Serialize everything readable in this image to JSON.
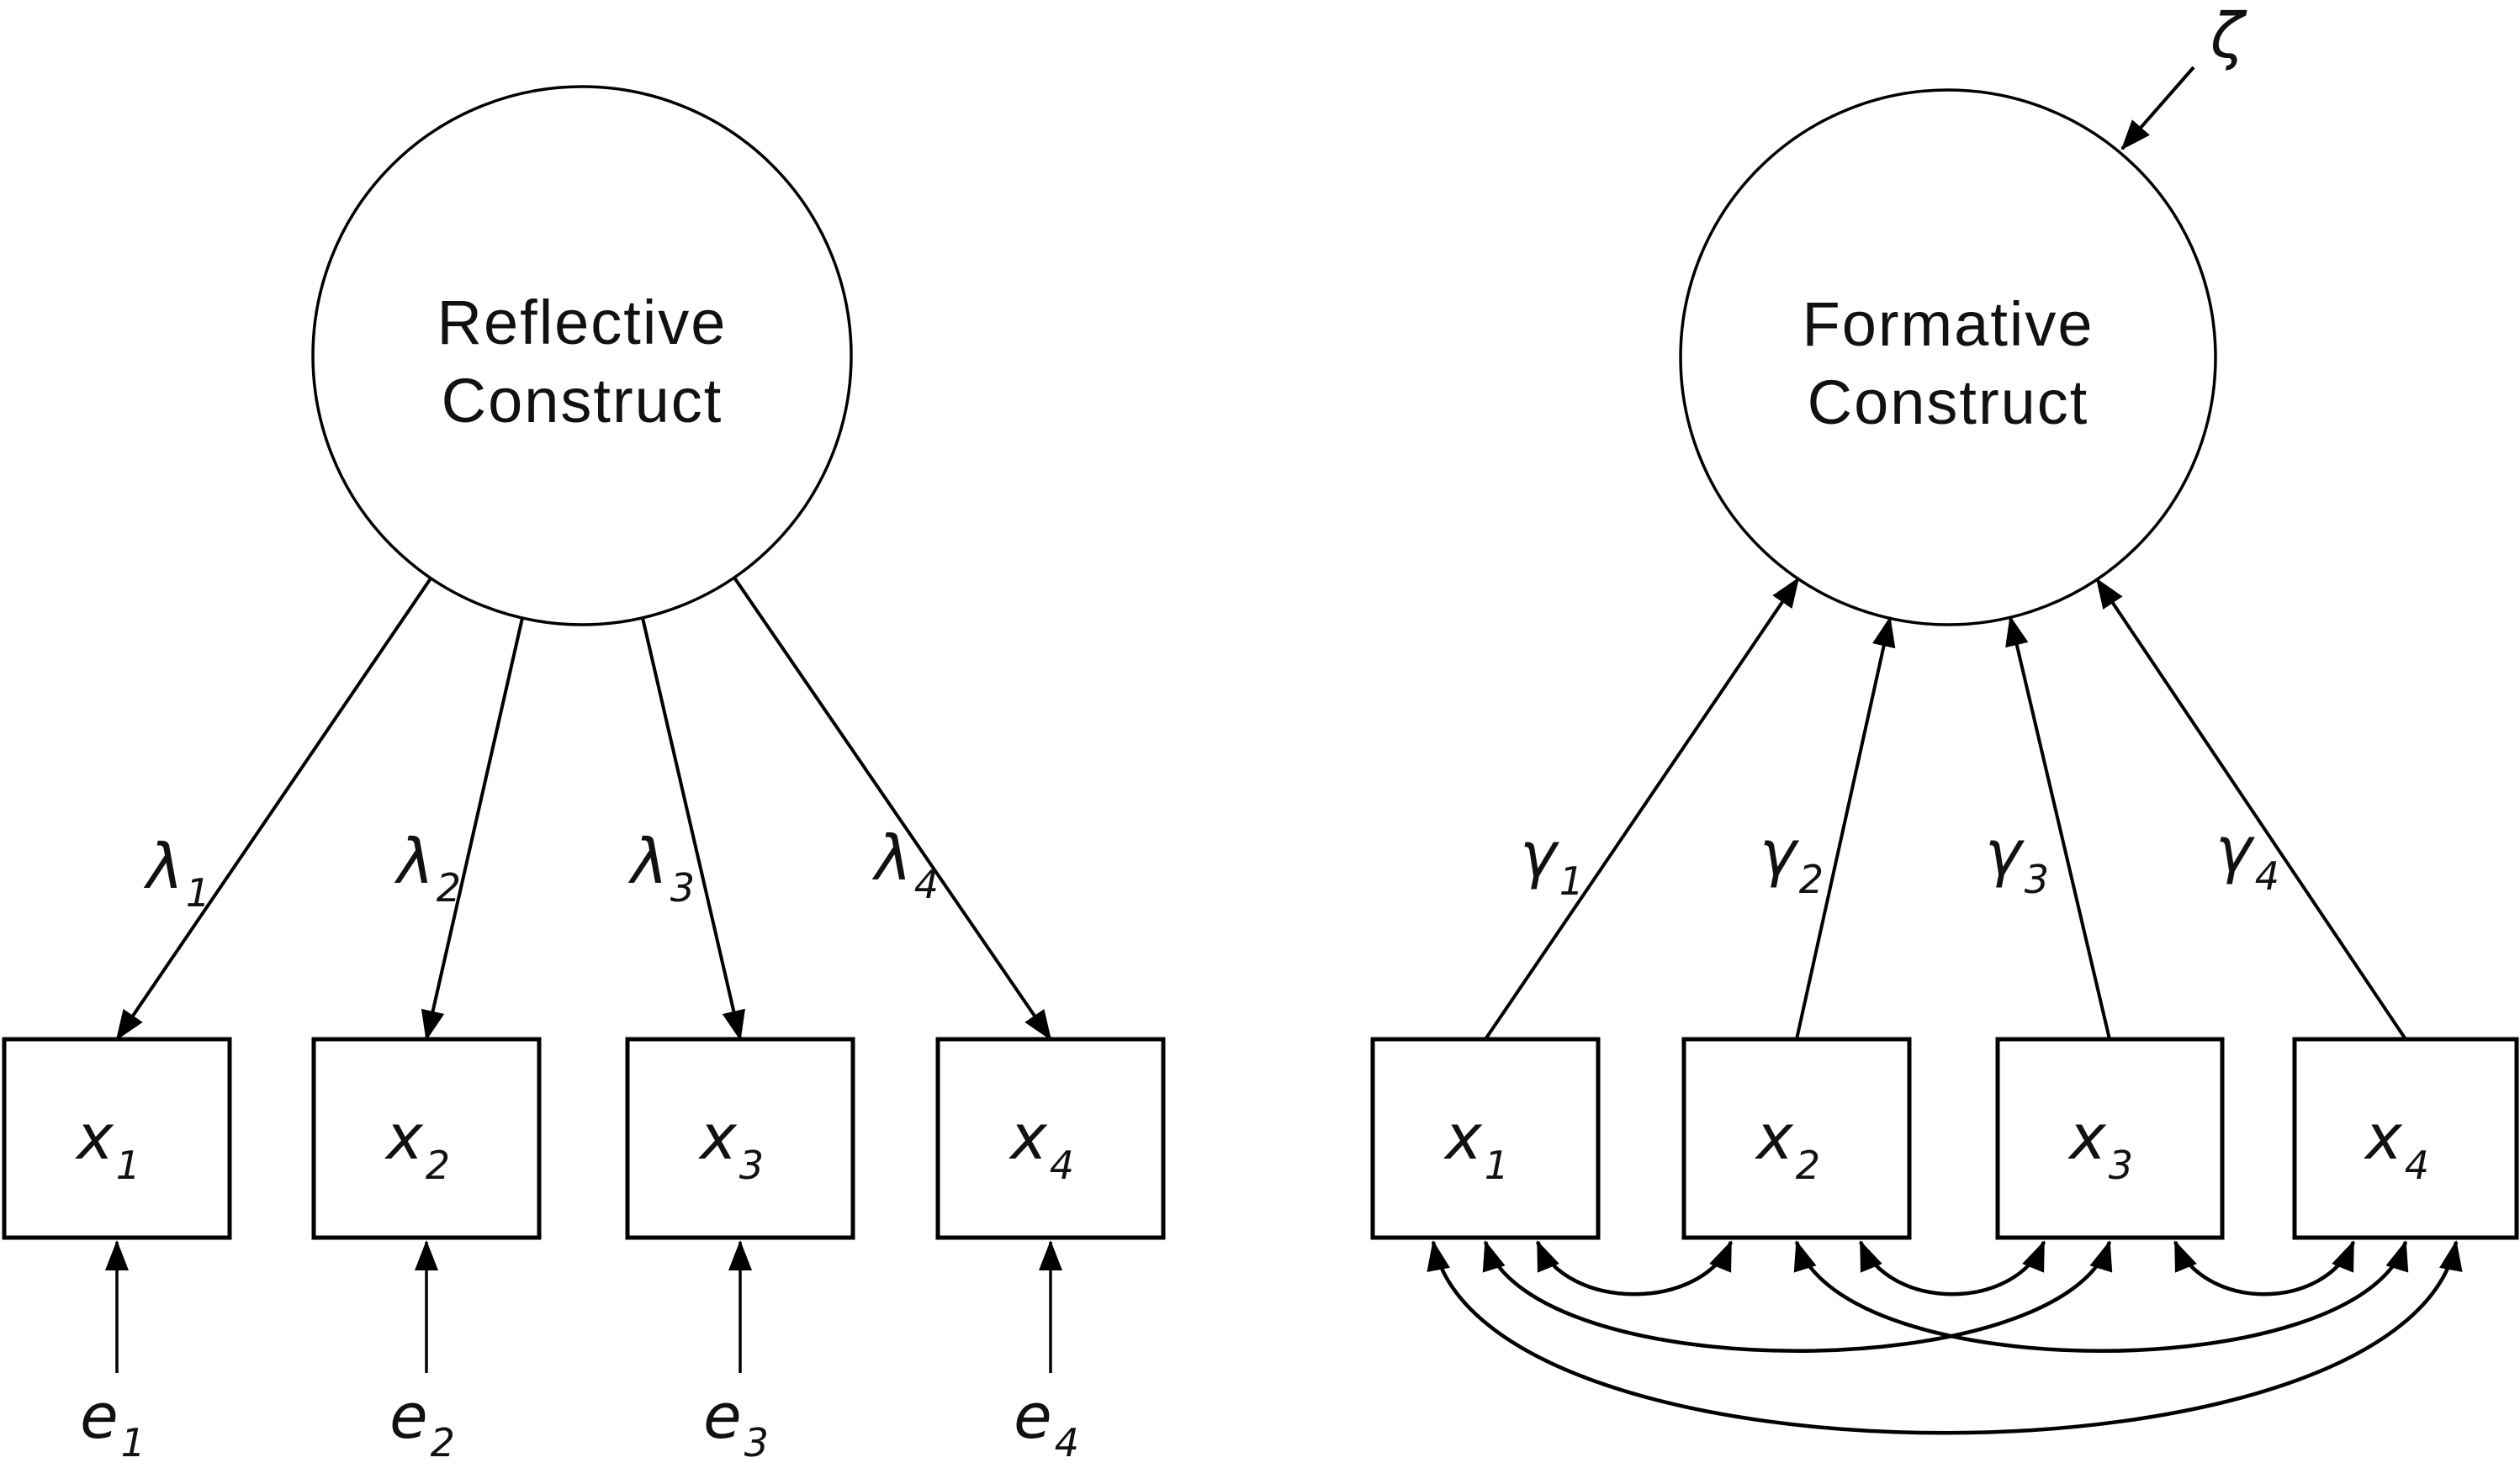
{
  "figure": {
    "left_model": {
      "construct": {
        "line1": "Reflective",
        "line2": "Construct"
      },
      "indicators": [
        {
          "symbol": "x",
          "sub": "1"
        },
        {
          "symbol": "x",
          "sub": "2"
        },
        {
          "symbol": "x",
          "sub": "3"
        },
        {
          "symbol": "x",
          "sub": "4"
        }
      ],
      "loadings": [
        {
          "symbol": "λ",
          "sub": "1"
        },
        {
          "symbol": "λ",
          "sub": "2"
        },
        {
          "symbol": "λ",
          "sub": "3"
        },
        {
          "symbol": "λ",
          "sub": "4"
        }
      ],
      "errors": [
        {
          "symbol": "e",
          "sub": "1"
        },
        {
          "symbol": "e",
          "sub": "2"
        },
        {
          "symbol": "e",
          "sub": "3"
        },
        {
          "symbol": "e",
          "sub": "4"
        }
      ]
    },
    "right_model": {
      "construct": {
        "line1": "Formative",
        "line2": "Construct"
      },
      "indicators": [
        {
          "symbol": "x",
          "sub": "1"
        },
        {
          "symbol": "x",
          "sub": "2"
        },
        {
          "symbol": "x",
          "sub": "3"
        },
        {
          "symbol": "x",
          "sub": "4"
        }
      ],
      "weights": [
        {
          "symbol": "γ",
          "sub": "1"
        },
        {
          "symbol": "γ",
          "sub": "2"
        },
        {
          "symbol": "γ",
          "sub": "3"
        },
        {
          "symbol": "γ",
          "sub": "4"
        }
      ],
      "disturbance": {
        "symbol": "ζ"
      }
    },
    "colors": {
      "stroke": "#000000",
      "text": "#111111",
      "background": "#ffffff"
    }
  }
}
